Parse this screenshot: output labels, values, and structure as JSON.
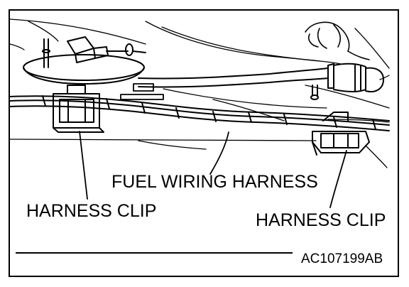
{
  "labels": {
    "fuel_wiring_harness": "FUEL WIRING HARNESS",
    "harness_clip_left": "HARNESS CLIP",
    "harness_clip_right": "HARNESS CLIP",
    "figure_code": "AC107199AB"
  },
  "colors": {
    "line": "#000000",
    "background": "#ffffff"
  }
}
